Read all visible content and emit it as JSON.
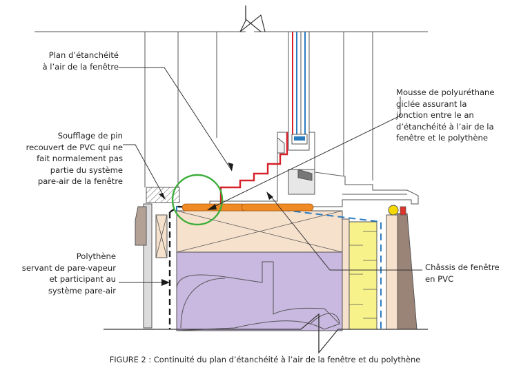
{
  "labels": {
    "plan_etancheite": "Plan d’étanchéité\nà l’air de la fenêtre",
    "soufflage": "Soufflage de pin\nrecouvert de PVC qui ne\nfait normalement pas\npartie du système\npare-air de la fenêtre",
    "polythene": "Polythène\nservant de pare-vapeur\net participant au\nsystème pare-air",
    "mousse": "Mousse de polyuréthane\ngiclée assurant la\njonction entre le an\nd’étanchéité à l’air de la\nfenêtre et le polythène",
    "chassis": "Châssis de fenêtre\nen PVC"
  },
  "caption": "FIGURE 2 : Continuité du plan d’étanchéité à l’air de la fenêtre et du polythène",
  "colors": {
    "air_barrier": "#d6202a",
    "foam": "#f08a24",
    "highlight_circle": "#3cae3a",
    "polythene": "#1a1a1a",
    "membrane": "#2b7bbf",
    "insulation": "#f7f28a",
    "joist": "#c9b8e0",
    "wood": "#f6e1cd",
    "siding": "#9a8377",
    "seal": "#f5d800",
    "gasket": "#e0342a"
  }
}
